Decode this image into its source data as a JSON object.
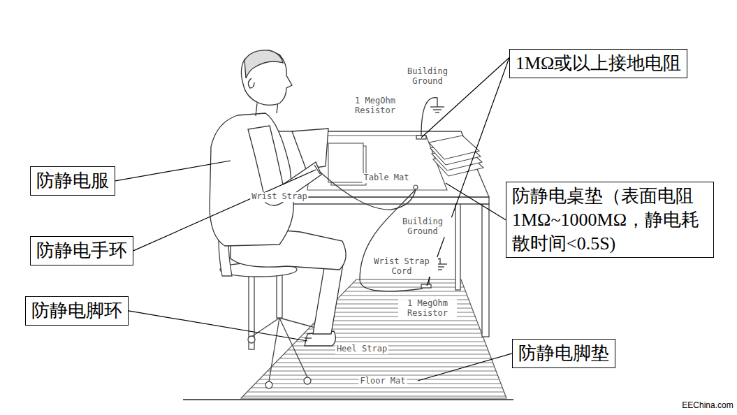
{
  "diagram": {
    "nodes": [
      {
        "text": [
          "1MΩ或以上接地电阻"
        ]
      },
      {
        "text": [
          "防静电服"
        ]
      },
      {
        "text": [
          "防静电桌垫（表面电阻1MΩ~1000MΩ，静电耗散时间<0.5S)"
        ]
      },
      {
        "text": [
          "防静电手环"
        ]
      },
      {
        "text": [
          "防静电脚环"
        ]
      },
      {
        "text": [
          "防静电脚垫"
        ]
      }
    ],
    "labels": [
      "Building Ground",
      "1 MegOhm Resistor",
      "Wrist Strap",
      "Table Mat",
      "Building Ground",
      "Wrist Strap Cord",
      "1 MegOhm Resistor",
      "Heel Strap",
      "Floor Mat",
      "EEChina.com"
    ]
  }
}
